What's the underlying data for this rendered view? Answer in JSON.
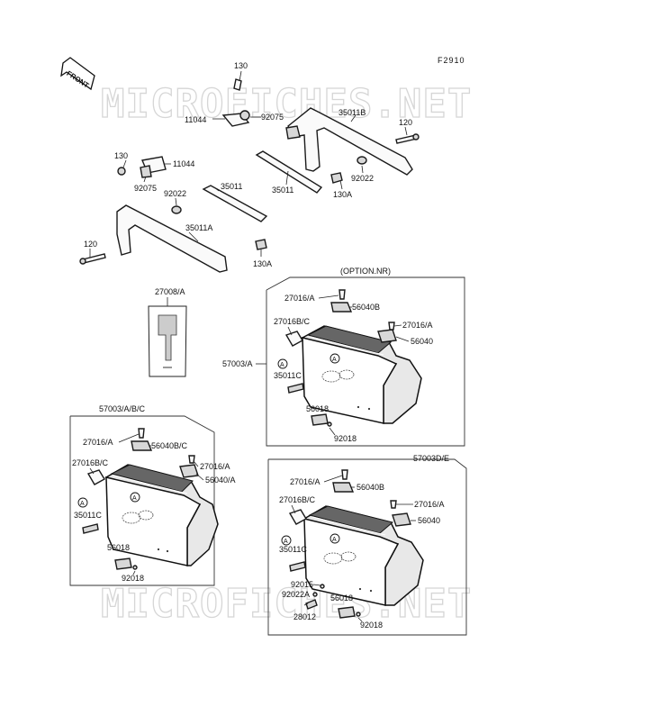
{
  "figure_code": "F2910",
  "front_label": "FRONT",
  "watermark": "MICROFICHES.NET",
  "group_labels": {
    "option_nr": "(OPTION.NR)",
    "case_abc": "57003/A/B/C",
    "case_de": "57003D/E",
    "case_a": "57003/A",
    "label_27008": "27008/A"
  },
  "parts": {
    "p130": "130",
    "p11044": "11044",
    "p92075": "92075",
    "p35011b": "35011B",
    "p120": "120",
    "p92022": "92022",
    "p35011": "35011",
    "p130a": "130A",
    "p35011a": "35011A",
    "p27016a": "27016/A",
    "p27016bc": "27016B/C",
    "p56040b": "56040B",
    "p56040": "56040",
    "p56040bc": "56040B/C",
    "p56040a": "56040/A",
    "p35011c": "35011C",
    "p56018": "56018",
    "p92018": "92018",
    "p92015": "92015",
    "p92022a": "92022A",
    "p28012": "28012",
    "ref_a": "A"
  }
}
